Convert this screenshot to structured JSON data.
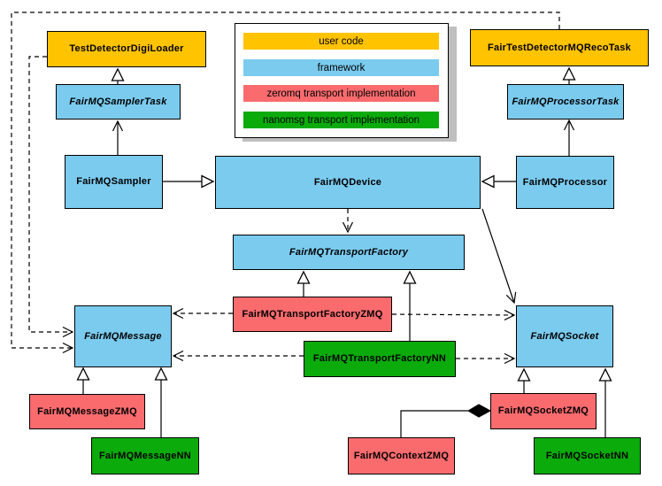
{
  "legend": {
    "items": [
      {
        "label": "user code",
        "color": "#FFC300",
        "category": "user-code"
      },
      {
        "label": "framework",
        "color": "#7BCBEF",
        "category": "framework"
      },
      {
        "label": "zeromq transport implementation",
        "color": "#FA6B6E",
        "category": "zeromq"
      },
      {
        "label": "nanomsg transport implementation",
        "color": "#0BAB0B",
        "category": "nanomsg"
      }
    ]
  },
  "nodes": {
    "digi_loader": {
      "label": "TestDetectorDigiLoader",
      "category": "user-code",
      "abstract": false
    },
    "reco_task": {
      "label": "FairTestDetectorMQRecoTask",
      "category": "user-code",
      "abstract": false
    },
    "sampler_task": {
      "label": "FairMQSamplerTask",
      "category": "framework",
      "abstract": true
    },
    "processor_task": {
      "label": "FairMQProcessorTask",
      "category": "framework",
      "abstract": true
    },
    "sampler": {
      "label": "FairMQSampler",
      "category": "framework",
      "abstract": false
    },
    "device": {
      "label": "FairMQDevice",
      "category": "framework",
      "abstract": false
    },
    "processor": {
      "label": "FairMQProcessor",
      "category": "framework",
      "abstract": false
    },
    "transport_factory": {
      "label": "FairMQTransportFactory",
      "category": "framework",
      "abstract": true
    },
    "transport_factory_zmq": {
      "label": "FairMQTransportFactoryZMQ",
      "category": "zeromq",
      "abstract": false
    },
    "transport_factory_nn": {
      "label": "FairMQTransportFactoryNN",
      "category": "nanomsg",
      "abstract": false
    },
    "message": {
      "label": "FairMQMessage",
      "category": "framework",
      "abstract": true
    },
    "socket": {
      "label": "FairMQSocket",
      "category": "framework",
      "abstract": true
    },
    "message_zmq": {
      "label": "FairMQMessageZMQ",
      "category": "zeromq",
      "abstract": false
    },
    "message_nn": {
      "label": "FairMQMessageNN",
      "category": "nanomsg",
      "abstract": false
    },
    "socket_zmq": {
      "label": "FairMQSocketZMQ",
      "category": "zeromq",
      "abstract": false
    },
    "socket_nn": {
      "label": "FairMQSocketNN",
      "category": "nanomsg",
      "abstract": false
    },
    "context_zmq": {
      "label": "FairMQContextZMQ",
      "category": "zeromq",
      "abstract": false
    }
  },
  "edges": [
    {
      "from": "sampler_task",
      "to": "digi_loader",
      "type": "inheritance-hollow-triangle"
    },
    {
      "from": "processor_task",
      "to": "reco_task",
      "type": "inheritance-hollow-triangle"
    },
    {
      "from": "sampler",
      "to": "device",
      "type": "inheritance-hollow-triangle"
    },
    {
      "from": "processor",
      "to": "device",
      "type": "inheritance-hollow-triangle"
    },
    {
      "from": "sampler",
      "to": "sampler_task",
      "type": "association-open-arrow"
    },
    {
      "from": "processor",
      "to": "processor_task",
      "type": "association-open-arrow"
    },
    {
      "from": "device",
      "to": "transport_factory",
      "type": "dependency-dashed"
    },
    {
      "from": "device",
      "to": "socket",
      "type": "association-open-arrow"
    },
    {
      "from": "transport_factory_zmq",
      "to": "transport_factory",
      "type": "inheritance-hollow-triangle"
    },
    {
      "from": "transport_factory_nn",
      "to": "transport_factory",
      "type": "inheritance-hollow-triangle"
    },
    {
      "from": "transport_factory_zmq",
      "to": "message",
      "type": "dependency-dashed"
    },
    {
      "from": "transport_factory_zmq",
      "to": "socket",
      "type": "dependency-dashed"
    },
    {
      "from": "transport_factory_nn",
      "to": "message",
      "type": "dependency-dashed"
    },
    {
      "from": "transport_factory_nn",
      "to": "socket",
      "type": "dependency-dashed"
    },
    {
      "from": "digi_loader",
      "to": "message",
      "type": "dependency-dashed"
    },
    {
      "from": "reco_task",
      "to": "message",
      "type": "dependency-dashed"
    },
    {
      "from": "message_zmq",
      "to": "message",
      "type": "inheritance-hollow-triangle"
    },
    {
      "from": "message_nn",
      "to": "message",
      "type": "inheritance-hollow-triangle"
    },
    {
      "from": "socket_zmq",
      "to": "socket",
      "type": "inheritance-hollow-triangle"
    },
    {
      "from": "socket_nn",
      "to": "socket",
      "type": "inheritance-hollow-triangle"
    },
    {
      "from": "context_zmq",
      "to": "socket_zmq",
      "type": "composition-filled-diamond"
    }
  ]
}
